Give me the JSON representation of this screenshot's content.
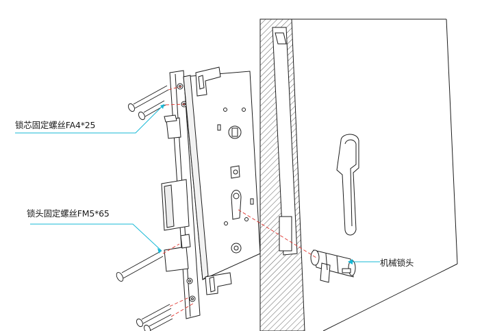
{
  "callouts": {
    "body_screw": "锁芯固定螺丝FA4*25",
    "cylinder_screw": "锁头固定螺丝FM5*65",
    "mechanical_cylinder": "机械锁头"
  },
  "colors": {
    "line": "#1a1a1a",
    "leader": "#15b8d6",
    "guide": "#e0302a",
    "background": "#ffffff"
  }
}
